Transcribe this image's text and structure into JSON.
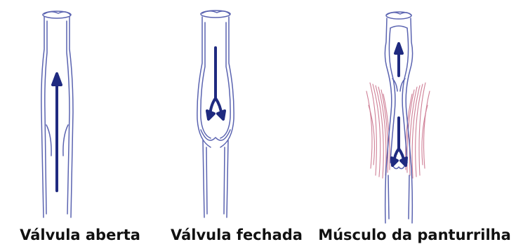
{
  "captions": {
    "open_valve": "Válvula aberta",
    "closed_valve": "Válvula fechada",
    "calf_muscle": "Músculo da panturrilha"
  },
  "colors": {
    "vein_outline": "#5a63b0",
    "arrow": "#1f2a80",
    "muscle_fibers": "#cf7f96",
    "caption_text": "#111111"
  }
}
